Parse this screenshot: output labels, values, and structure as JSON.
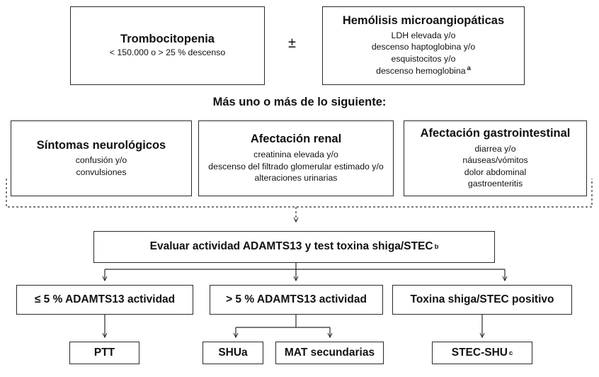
{
  "criteria": {
    "thrombocytopenia": {
      "title": "Trombocitopenia",
      "detail": "< 150.000 o > 25 % descenso"
    },
    "plus_minus": "±",
    "hemolysis": {
      "title": "Hemólisis microangiopáticas",
      "lines": [
        "LDH elevada y/o",
        "descenso haptoglobina y/o",
        "esquistocitos y/o",
        "descenso hemoglobina"
      ],
      "footnote": "a"
    }
  },
  "plus_one_or_more": "Más uno o más de lo siguiente:",
  "organ_involvement": [
    {
      "title": "Síntomas neurológicos",
      "lines": [
        "confusión y/o",
        "convulsiones"
      ]
    },
    {
      "title": "Afectación renal",
      "lines": [
        "creatinina elevada y/o",
        "descenso del filtrado glomerular estimado y/o",
        "alteraciones urinarias"
      ]
    },
    {
      "title": "Afectación gastrointestinal",
      "lines": [
        "diarrea y/o",
        "náuseas/vómitos",
        "dolor abdominal",
        "gastroenteritis"
      ]
    }
  ],
  "evaluate": {
    "label": "Evaluar actividad ADAMTS13 y test toxina shiga/STEC",
    "footnote": "b"
  },
  "branches": [
    {
      "label": "≤ 5 % ADAMTS13 actividad"
    },
    {
      "label": "> 5 % ADAMTS13 actividad"
    },
    {
      "label": "Toxina shiga/STEC positivo"
    }
  ],
  "outcomes": [
    {
      "label": "PTT",
      "footnote": ""
    },
    {
      "label": "SHUa",
      "footnote": ""
    },
    {
      "label": "MAT secundarias",
      "footnote": ""
    },
    {
      "label": "STEC-SHU",
      "footnote": "c"
    }
  ]
}
